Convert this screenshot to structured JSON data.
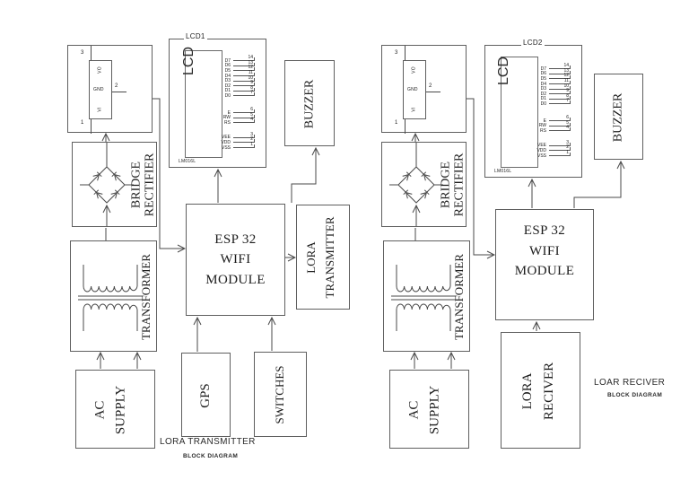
{
  "colors": {
    "background": "#ffffff",
    "line": "#4a4a4a",
    "text": "#1d1d1d"
  },
  "regulator": {
    "pin_top": "3",
    "pin_right": "2",
    "pin_bottom": "1",
    "label_output": "VO",
    "label_ground": "GND",
    "label_input": "VI"
  },
  "lcd_pins": {
    "data": [
      {
        "name": "D7",
        "num": "14"
      },
      {
        "name": "D6",
        "num": "13"
      },
      {
        "name": "D5",
        "num": "12"
      },
      {
        "name": "D4",
        "num": "11"
      },
      {
        "name": "D3",
        "num": "10"
      },
      {
        "name": "D2",
        "num": "9"
      },
      {
        "name": "D1",
        "num": "8"
      },
      {
        "name": "D0",
        "num": "7"
      }
    ],
    "control": [
      {
        "name": "E",
        "num": "6"
      },
      {
        "name": "RW",
        "num": "5"
      },
      {
        "name": "RS",
        "num": "4"
      }
    ],
    "power": [
      {
        "name": "VEE",
        "num": "3"
      },
      {
        "name": "VDD",
        "num": "2"
      },
      {
        "name": "VSS",
        "num": "1"
      }
    ]
  },
  "left": {
    "lcd": {
      "title": "LCD1",
      "screen": "LCD",
      "chip": "LM016L"
    },
    "ac_supply": {
      "line1": "AC",
      "line2": "SUPPLY"
    },
    "transformer": "TRANSFORMER",
    "bridge": {
      "line1": "BRIDGE",
      "line2": "RECTIFIER"
    },
    "esp": {
      "line1": "ESP 32",
      "line2": "WIFI",
      "line3": "MODULE"
    },
    "lora": {
      "line1": "LORA",
      "line2": "TRANSMITTER"
    },
    "buzzer": "BUZZER",
    "gps": "GPS",
    "switches": "SWITCHES",
    "caption": {
      "line1": "LORA TRANSMITTER",
      "line2": "BLOCK DIAGRAM"
    }
  },
  "right": {
    "lcd": {
      "title": "LCD2",
      "screen": "LCD",
      "chip": "LM016L"
    },
    "ac_supply": {
      "line1": "AC",
      "line2": "SUPPLY"
    },
    "transformer": "TRANSFORMER",
    "bridge": {
      "line1": "BRIDGE",
      "line2": "RECTIFIER"
    },
    "esp": {
      "line1": "ESP 32",
      "line2": "WIFI",
      "line3": "MODULE"
    },
    "lora": {
      "line1": "LORA",
      "line2": "RECIVER"
    },
    "buzzer": "BUZZER",
    "caption": {
      "line1": "LOAR RECIVER",
      "line2": "BLOCK DIAGRAM"
    }
  }
}
